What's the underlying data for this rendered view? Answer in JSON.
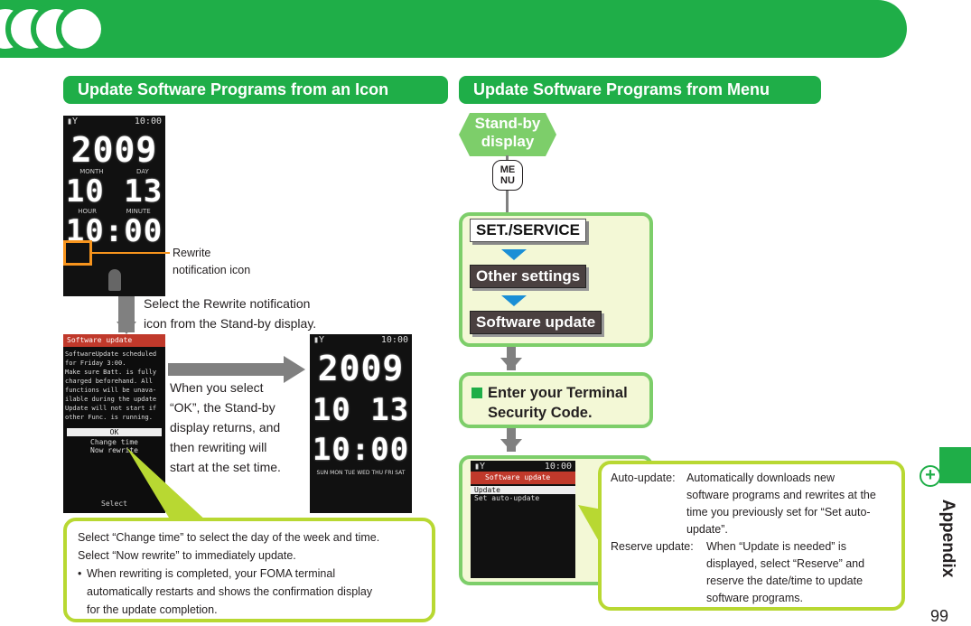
{
  "left_section": {
    "title": "Update Software Programs from an Icon",
    "phone1": {
      "year": "2009",
      "month_label": "MONTH",
      "day_label": "DAY",
      "date": "10 13",
      "hour_label": "HOUR",
      "minute_label": "MINUTE",
      "time": "10:00",
      "clock": "10:00"
    },
    "callout_label_1": "Rewrite",
    "callout_label_2": "notification icon",
    "step1_text_1": "Select the Rewrite notification",
    "step1_text_2": "icon from the Stand-by display.",
    "phone2": {
      "header": "Software update",
      "lines": [
        "SoftwareUpdate scheduled",
        "for Friday 3:00.",
        "Make sure Batt. is fully",
        "charged beforehand. All",
        "functions will be unava-",
        "ilable during the update",
        "Update will not start if",
        "other Func. is running."
      ],
      "ok": "OK",
      "change": "Change time",
      "now": "Now rewrite",
      "softkey": "Select"
    },
    "step2_lines": [
      "When you select",
      "“OK”, the Stand-by",
      "display returns, and",
      "then rewriting will",
      "start at the set time."
    ],
    "phone3": {
      "clock": "10:00",
      "year": "2009",
      "date": "10 13",
      "time": "10:00",
      "weekdays": "SUN MON TUE WED THU FRI SAT"
    },
    "note_lines": [
      "Select “Change time” to select the day of the week and time.",
      "Select “Now rewrite” to immediately update."
    ],
    "note_bullet": "•",
    "note_bullet_lines": [
      "When rewriting is completed, your FOMA terminal",
      "automatically restarts and shows the confirmation display",
      "for the update completion."
    ]
  },
  "right_section": {
    "title": "Update Software Programs from Menu",
    "standby_1": "Stand-by",
    "standby_2": "display",
    "menu_key_1": "ME",
    "menu_key_2": "NU",
    "menu_items": [
      "SET./SERVICE",
      "Other settings",
      "Software update"
    ],
    "security_1": "Enter your Terminal",
    "security_2": "Security Code.",
    "phone4": {
      "clock": "10:00",
      "header": "Software update",
      "item1": "Update",
      "item2": "Set auto-update"
    },
    "auto_label": "Auto-update:",
    "auto_lines": [
      "Automatically downloads new",
      "software programs and rewrites at the",
      "time you previously set for “Set auto-",
      "update”."
    ],
    "reserve_label": "Reserve update:",
    "reserve_lines": [
      "When “Update is needed” is",
      "displayed, select “Reserve” and",
      "reserve the date/time to update",
      "software programs."
    ]
  },
  "sidebar": {
    "label": "Appendix",
    "plus": "+"
  },
  "page_number": "99",
  "colors": {
    "green": "#1fae48",
    "light_green": "#7dce6a",
    "callout_border": "#b8d832",
    "blue_arrow": "#1a8fd6"
  },
  "icons": [
    "chevron-right-icon",
    "arrow-down-icon",
    "arrow-right-icon",
    "menu-key-icon",
    "plus-icon",
    "signal-icon"
  ]
}
